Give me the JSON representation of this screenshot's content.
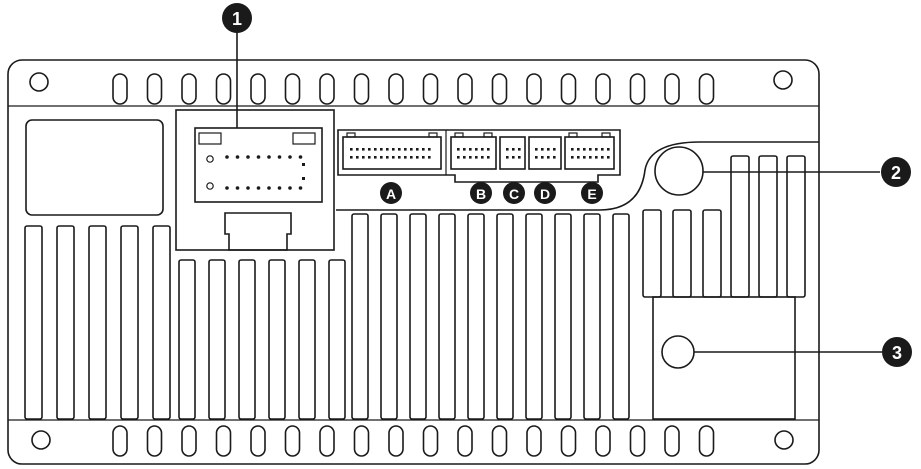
{
  "colors": {
    "line": "#1a1a1a",
    "badge_fill": "#1a1a1a",
    "badge_text": "#ffffff",
    "background": "#ffffff"
  },
  "callouts": [
    "1",
    "2",
    "3"
  ],
  "connector_labels": [
    "A",
    "B",
    "C",
    "D",
    "E"
  ]
}
